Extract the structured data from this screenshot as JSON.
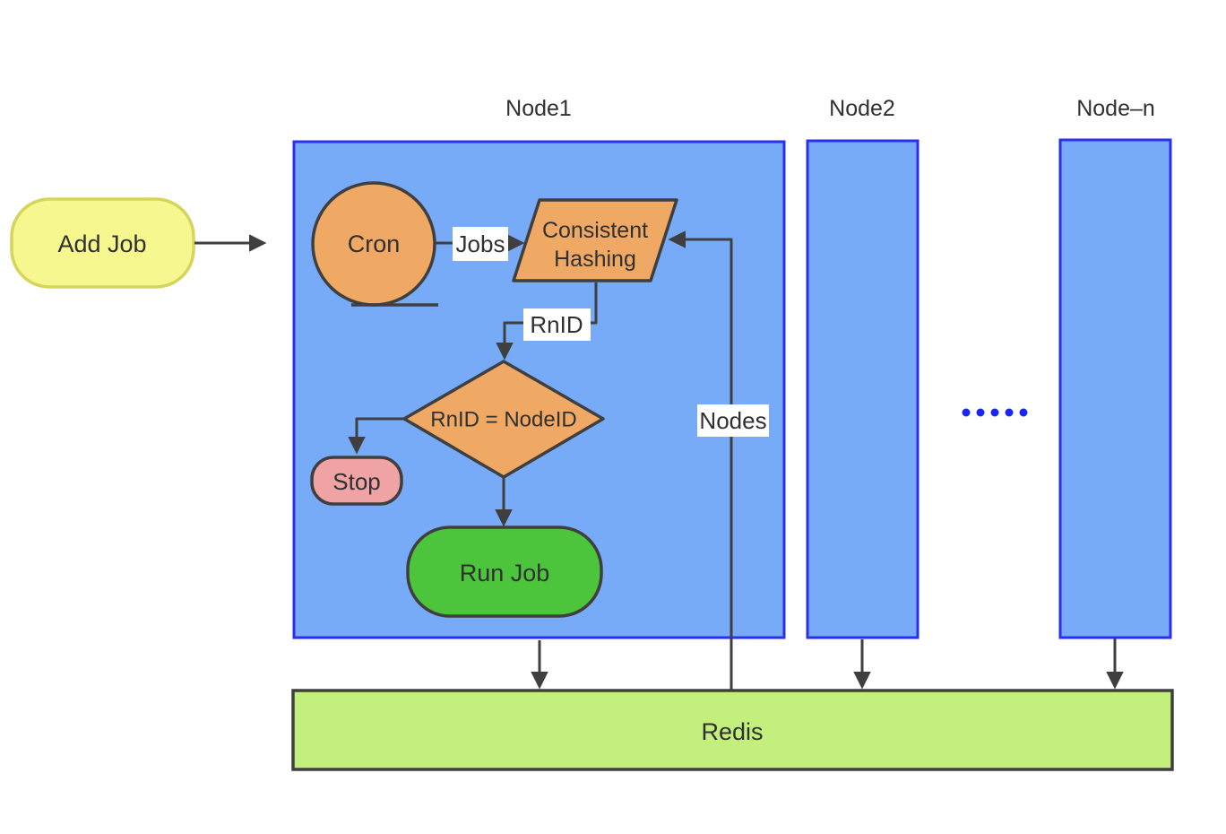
{
  "colors": {
    "background": "#ffffff",
    "node_box_fill": "#77AAF7",
    "node_box_border": "#2B2FEF",
    "blue_label": "#3236F0",
    "dots_blue": "#1B27EC",
    "orange_fill": "#EFA965",
    "dark_stroke": "#3F3F3F",
    "text_dark": "#303030",
    "yellow_fill": "#F7F78F",
    "yellow_border": "#D5D55C",
    "pink_fill": "#EFA3A5",
    "green_fill": "#4CC43B",
    "redis_fill": "#C3F07D",
    "edge_label_bg": "#FFFFFF"
  },
  "node_titles": {
    "node1": "Node1",
    "node2": "Node2",
    "node_n": "Node–n"
  },
  "shapes": {
    "add_job": "Add Job",
    "cron": "Cron",
    "hashing_line1": "Consistent",
    "hashing_line2": "Hashing",
    "decision": "RnID = NodeID",
    "stop": "Stop",
    "run_job": "Run Job",
    "redis": "Redis"
  },
  "edge_labels": {
    "jobs": "Jobs",
    "rnid": "RnID",
    "nodes": "Nodes"
  }
}
